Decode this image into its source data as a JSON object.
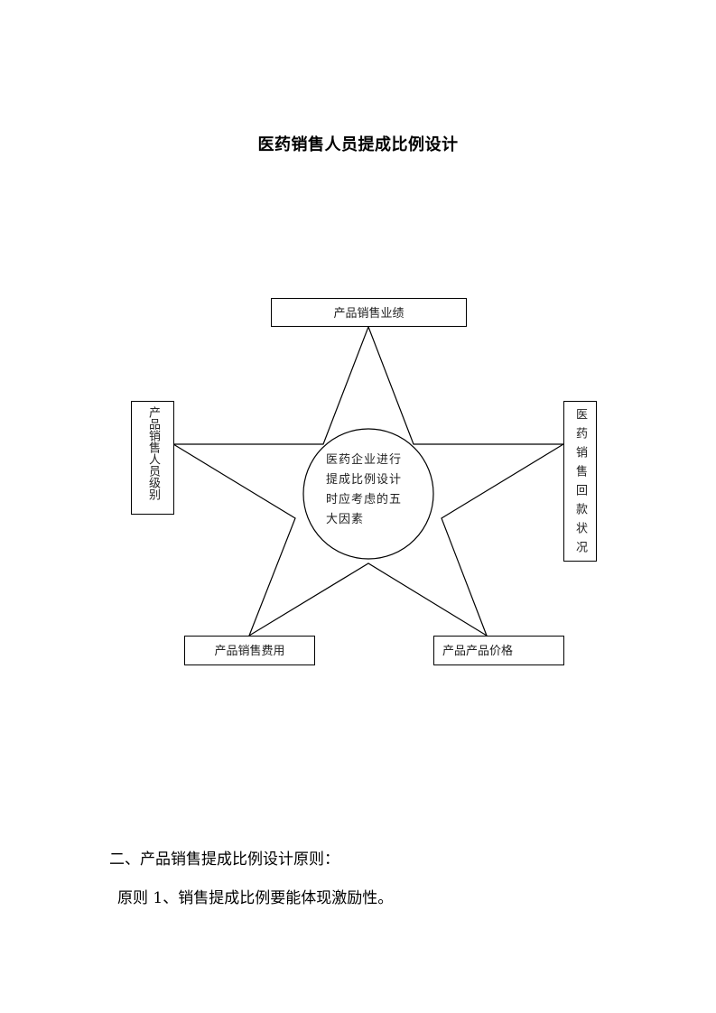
{
  "document": {
    "title": "医药销售人员提成比例设计",
    "diagram": {
      "center": "医药企业进行提成比例设计时应考虑的五大因素",
      "factors": {
        "top": "产品销售业绩",
        "left": "产品销售人员级别",
        "right": "医药销售回款状况",
        "bottom_left": "产品销售费用",
        "bottom_right": "产品产品价格"
      }
    },
    "section_heading": "二、产品销售提成比例设计原则：",
    "principle_1": "原则 1、销售提成比例要能体现激励性。"
  }
}
